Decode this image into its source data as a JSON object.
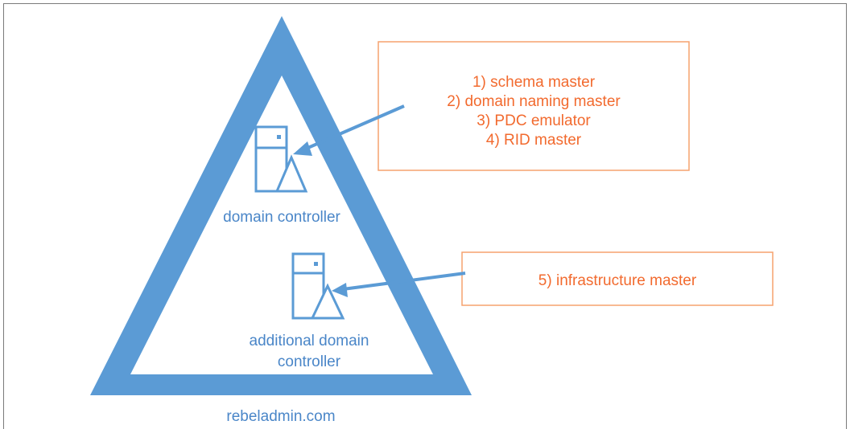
{
  "forest_domain": "rebeladmin.com",
  "servers": {
    "primary": {
      "label": "domain controller",
      "icon": "server-triangle-icon"
    },
    "additional": {
      "label_line1": "additional domain",
      "label_line2": "controller",
      "icon": "server-triangle-icon"
    }
  },
  "roles_primary": {
    "items": [
      "1) schema master",
      "2) domain naming master",
      "3) PDC emulator",
      "4) RID master"
    ]
  },
  "roles_additional": {
    "items": [
      "5) infrastructure master"
    ]
  },
  "colors": {
    "blue": "#5b9bd5",
    "blue_text": "#4a86c8",
    "orange": "#f26a2e",
    "box_border": "#f5a26e"
  }
}
